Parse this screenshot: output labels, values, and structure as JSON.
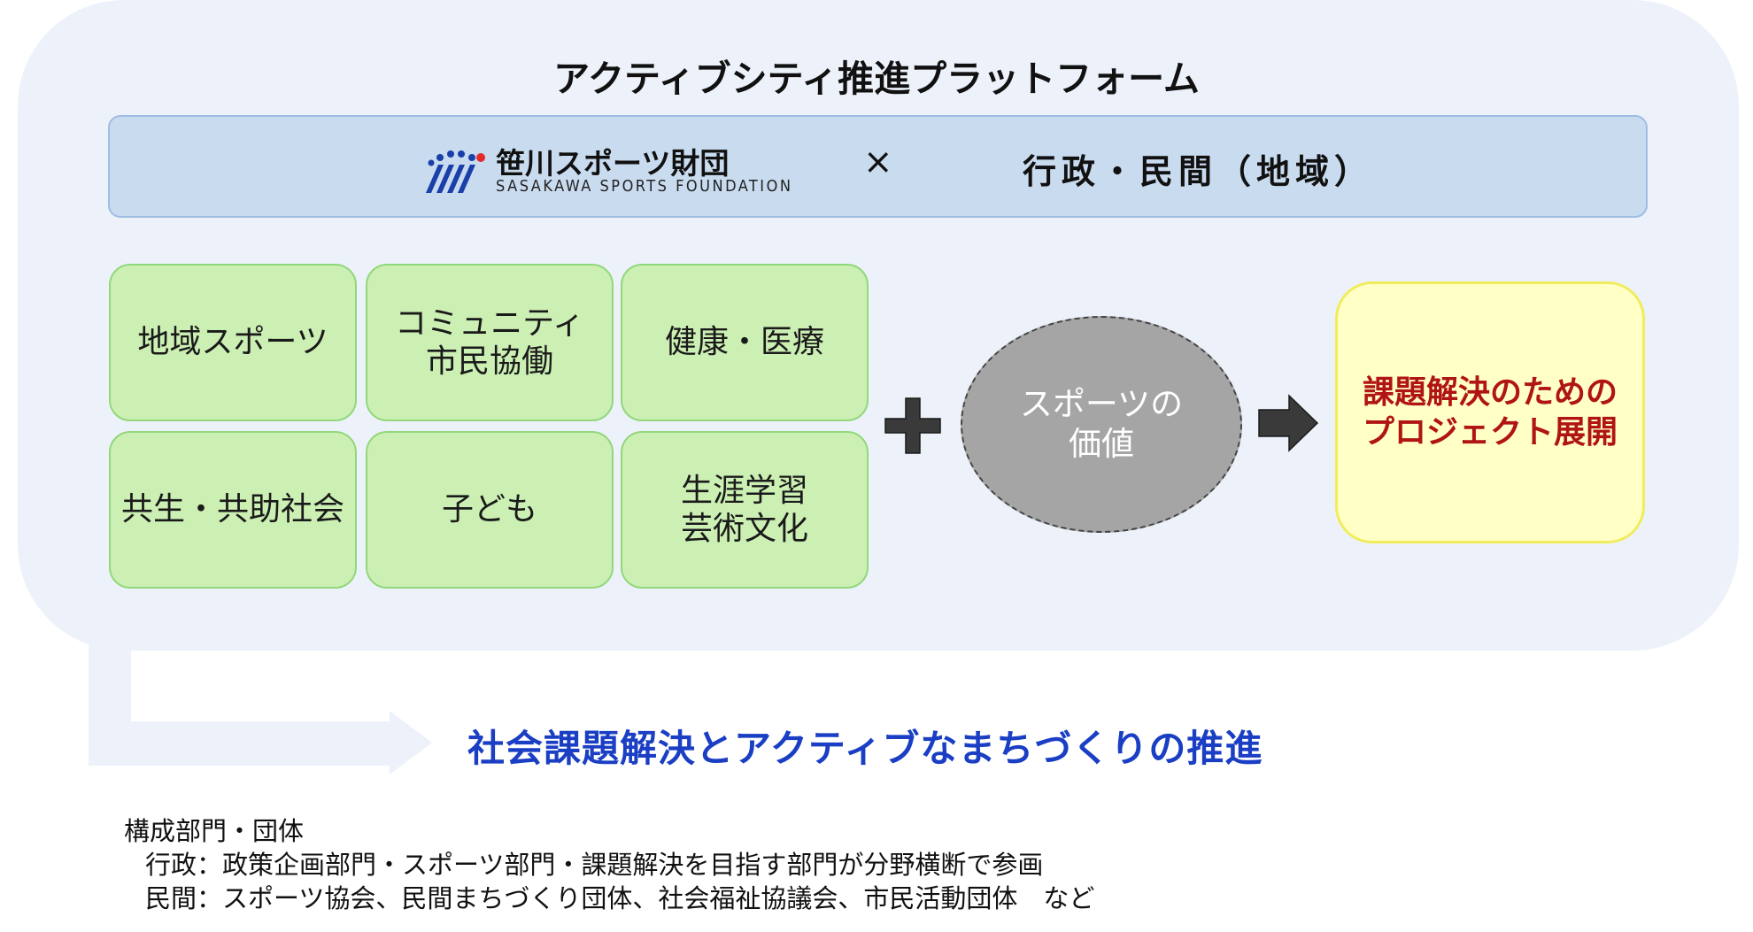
{
  "title": "アクティブシティ推進プラットフォーム",
  "partnership": {
    "logo_name": "笹川スポーツ財団",
    "logo_subtitle": "SASAKAWA SPORTS FOUNDATION",
    "times_symbol": "×",
    "partner": "行政・民間（地域）"
  },
  "fields": [
    "地域スポーツ",
    "コミュニティ\n市民協働",
    "健康・医療",
    "共生・共助社会",
    "子ども",
    "生涯学習\n芸術文化"
  ],
  "sports_value": "スポーツの\n価値",
  "result": "課題解決のための\nプロジェクト展開",
  "promotion": "社会課題解決とアクティブなまちづくりの推進",
  "notes": {
    "heading": "構成部門・団体",
    "lines": [
      "行政：政策企画部門・スポーツ部門・課題解決を目指す部門が分野横断で参画",
      "民間：スポーツ協会、民間まちづくり団体、社会福祉協議会、市民活動団体　など"
    ]
  },
  "colors": {
    "panel": "#edf2fa",
    "band": "#c9dbef",
    "field_fill": "#ccf0b4",
    "ellipse_fill": "#a5a5a5",
    "result_fill": "#ffffc6",
    "result_text": "#b01414",
    "promotion_text": "#1a3ec4",
    "logo_blue": "#1b3fa8",
    "logo_red": "#e32b2b"
  },
  "icons": [
    "sasakawa-logo-icon",
    "plus-icon",
    "arrow-right-icon",
    "bent-arrow-icon"
  ]
}
